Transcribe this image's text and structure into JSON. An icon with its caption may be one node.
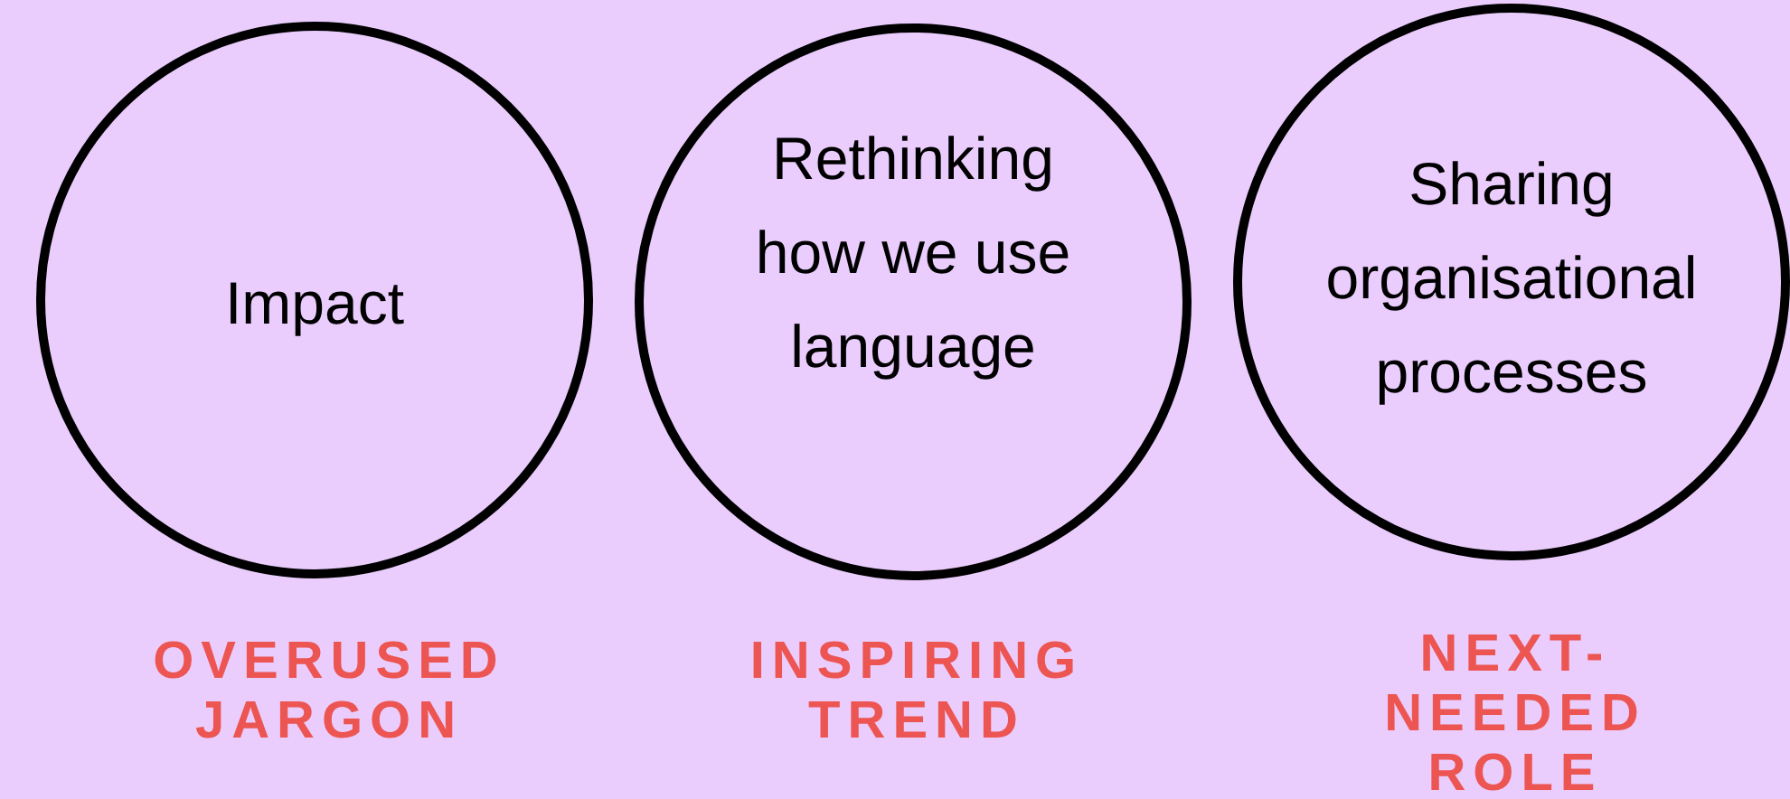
{
  "diagram": {
    "nodes": [
      {
        "text": [
          "Impact"
        ],
        "beside": [
          "OVERUSED JARGON"
        ]
      },
      {
        "text": [
          "Rethinking how we use language"
        ],
        "beside": [
          "INSPIRING TREND"
        ]
      },
      {
        "text": [
          "Sharing organisational processes"
        ],
        "beside": [
          "NEXT- NEEDED ROLE"
        ]
      }
    ],
    "edges": []
  }
}
